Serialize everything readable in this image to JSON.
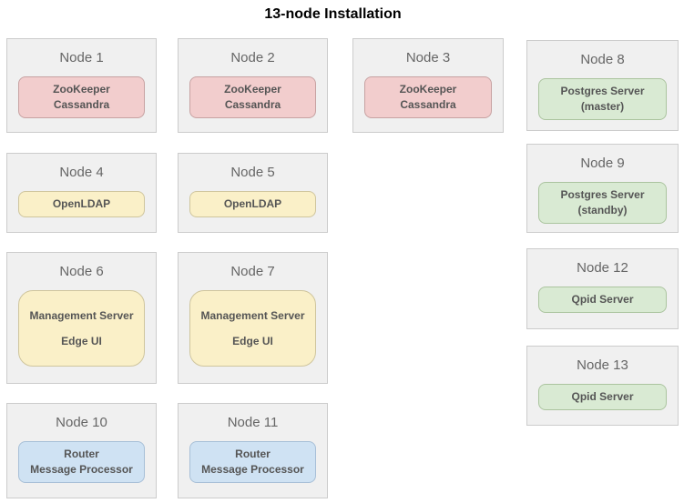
{
  "title": "13-node Installation",
  "palette": {
    "page_bg": "#ffffff",
    "title_text": "#000000",
    "node_bg": "#f0f0f0",
    "node_border": "#cccccc",
    "node_title_text": "#666666",
    "service_text": "#555555",
    "service_types": {
      "zookeeper-cassandra": {
        "bg": "#f2cdcd",
        "border": "#c7a2a2"
      },
      "openldap": {
        "bg": "#faf0c8",
        "border": "#cfc59d"
      },
      "management": {
        "bg": "#faf0c8",
        "border": "#cfc59d"
      },
      "router-mp": {
        "bg": "#cfe2f3",
        "border": "#a7bfd7"
      },
      "postgres": {
        "bg": "#d9ead3",
        "border": "#abc49f"
      },
      "qpid": {
        "bg": "#d9ead3",
        "border": "#abc49f"
      }
    }
  },
  "nodes": [
    {
      "id": "node-1",
      "title": "Node 1",
      "type": "zookeeper-cassandra",
      "services": [
        "ZooKeeper",
        "Cassandra"
      ]
    },
    {
      "id": "node-2",
      "title": "Node 2",
      "type": "zookeeper-cassandra",
      "services": [
        "ZooKeeper",
        "Cassandra"
      ]
    },
    {
      "id": "node-3",
      "title": "Node 3",
      "type": "zookeeper-cassandra",
      "services": [
        "ZooKeeper",
        "Cassandra"
      ]
    },
    {
      "id": "node-4",
      "title": "Node 4",
      "type": "openldap",
      "services": [
        "OpenLDAP"
      ]
    },
    {
      "id": "node-5",
      "title": "Node 5",
      "type": "openldap",
      "services": [
        "OpenLDAP"
      ]
    },
    {
      "id": "node-6",
      "title": "Node 6",
      "type": "management",
      "services": [
        "Management Server",
        "Edge UI"
      ]
    },
    {
      "id": "node-7",
      "title": "Node 7",
      "type": "management",
      "services": [
        "Management Server",
        "Edge UI"
      ]
    },
    {
      "id": "node-8",
      "title": "Node 8",
      "type": "postgres",
      "services": [
        "Postgres Server",
        "(master)"
      ]
    },
    {
      "id": "node-9",
      "title": "Node 9",
      "type": "postgres",
      "services": [
        "Postgres Server",
        "(standby)"
      ]
    },
    {
      "id": "node-10",
      "title": "Node 10",
      "type": "router-mp",
      "services": [
        "Router",
        "Message Processor"
      ]
    },
    {
      "id": "node-11",
      "title": "Node 11",
      "type": "router-mp",
      "services": [
        "Router",
        "Message Processor"
      ]
    },
    {
      "id": "node-12",
      "title": "Node 12",
      "type": "qpid",
      "services": [
        "Qpid Server"
      ]
    },
    {
      "id": "node-13",
      "title": "Node 13",
      "type": "qpid",
      "services": [
        "Qpid Server"
      ]
    }
  ]
}
